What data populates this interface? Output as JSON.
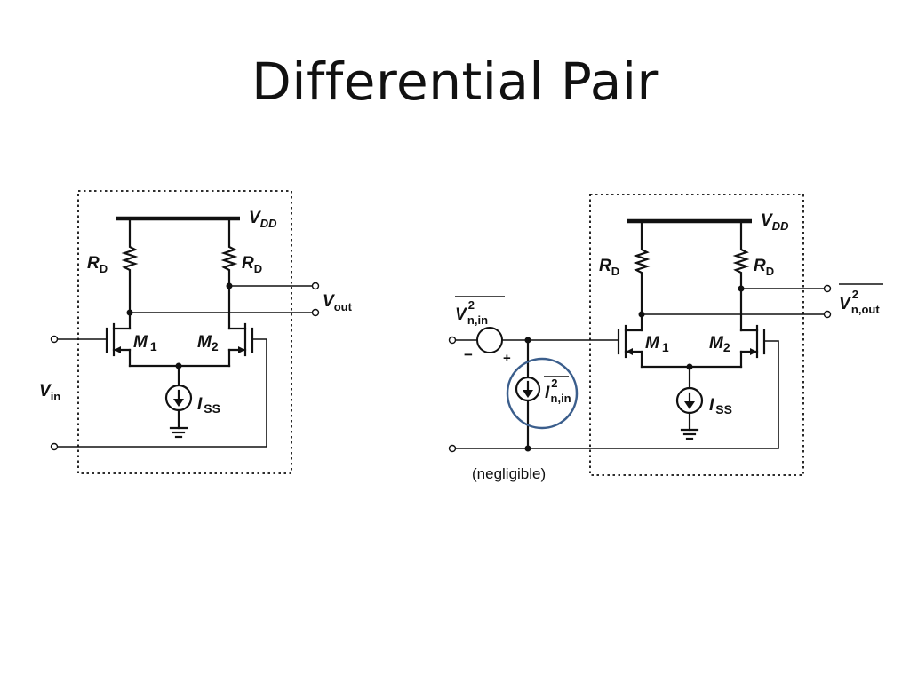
{
  "slide": {
    "title": "Differential Pair"
  },
  "left_circuit": {
    "supply": "V",
    "supply_sub": "DD",
    "r1": "R",
    "r1_sub": "D",
    "r2": "R",
    "r2_sub": "D",
    "m1": "M",
    "m1_sub": "1",
    "m2": "M",
    "m2_sub": "2",
    "current_source": "I",
    "current_source_sub": "SS",
    "input": "V",
    "input_sub": "in",
    "output": "V",
    "output_sub": "out"
  },
  "right_circuit": {
    "supply": "V",
    "supply_sub": "DD",
    "r1": "R",
    "r1_sub": "D",
    "r2": "R",
    "r2_sub": "D",
    "m1": "M",
    "m1_sub": "1",
    "m2": "M",
    "m2_sub": "2",
    "current_source": "I",
    "current_source_sub": "SS",
    "noise_voltage": "V",
    "noise_voltage_sup": "2",
    "noise_voltage_sub": "n,in",
    "noise_current": "I",
    "noise_current_sup": "2",
    "noise_current_sub": "n,in",
    "output_noise": "V",
    "output_noise_sup": "2",
    "output_noise_sub": "n,out",
    "minus": "−",
    "plus": "+",
    "note": "(negligible)"
  },
  "colors": {
    "highlight_circle": "#3b5e8c",
    "ink": "#111111"
  }
}
